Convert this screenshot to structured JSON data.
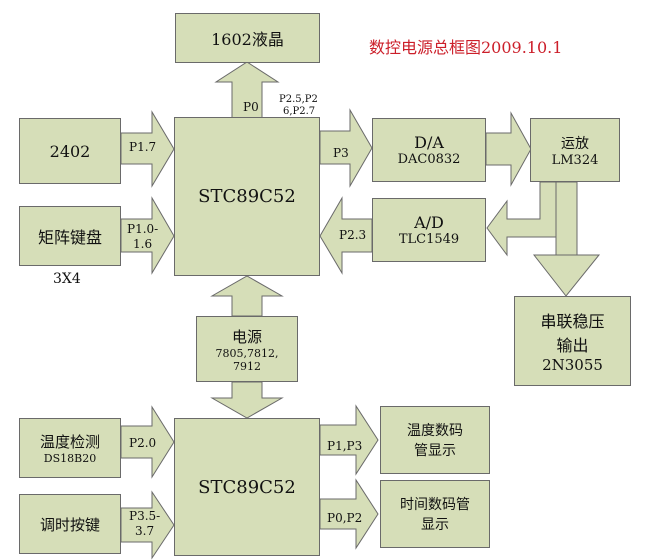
{
  "title": "数控电源总框图2009.10.1",
  "colors": {
    "block_fill": "#d6deb8",
    "border": "#6a6a6a",
    "title": "#cc1f2a"
  },
  "blocks": {
    "lcd": "1602液晶",
    "eeprom": "2402",
    "keypad": "矩阵键盘",
    "keypad_sub": "3X4",
    "mcu1": "STC89C52",
    "dac": {
      "line1": "D/A",
      "line2": "DAC0832"
    },
    "adc": {
      "line1": "A/D",
      "line2": "TLC1549"
    },
    "opamp": {
      "line1": "运放",
      "line2": "LM324"
    },
    "regulator": {
      "line1": "串联稳压",
      "line2": "输出",
      "line3": "2N3055"
    },
    "power": {
      "line1": "电源",
      "line2": "7805,7812,",
      "line3": "7912"
    },
    "temp_sensor": {
      "line1": "温度检测",
      "line2": "DS18B20"
    },
    "time_keys": "调时按键",
    "mcu2": "STC89C52",
    "temp_display": {
      "line1": "温度数码",
      "line2": "管显示"
    },
    "time_display": {
      "line1": "时间数码管",
      "line2": "显示"
    }
  },
  "port_labels": {
    "p0": "P0",
    "p25": "P2.5,P2",
    "p25b": "6,P2.7",
    "p17": "P1.7",
    "p10": "P1.0-",
    "p10b": "1.6",
    "p3": "P3",
    "p23": "P2.3",
    "p20": "P2.0",
    "p35": "P3.5-",
    "p35b": "3.7",
    "p1p3": "P1,P3",
    "p0p2": "P0,P2"
  }
}
